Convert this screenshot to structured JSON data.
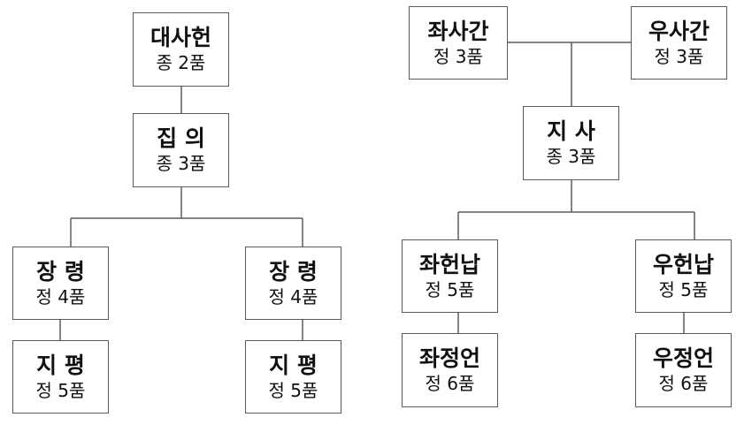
{
  "org_chart": {
    "left": {
      "head": {
        "title": "대사헌",
        "rank": "종 2품"
      },
      "deputy": {
        "title": "집 의",
        "rank": "종 3품"
      },
      "branch_1": {
        "title": "장 령",
        "rank": "정 4품"
      },
      "branch_1_sub": {
        "title": "지 평",
        "rank": "정 5품"
      },
      "branch_2": {
        "title": "장 령",
        "rank": "정 4품"
      },
      "branch_2_sub": {
        "title": "지 평",
        "rank": "정 5품"
      }
    },
    "right": {
      "head_left": {
        "title": "좌사간",
        "rank": "정 3품"
      },
      "head_right": {
        "title": "우사간",
        "rank": "정 3품"
      },
      "deputy": {
        "title": "지 사",
        "rank": "종 3품"
      },
      "branch_1": {
        "title": "좌헌납",
        "rank": "정 5품"
      },
      "branch_1_sub": {
        "title": "좌정언",
        "rank": "정 6품"
      },
      "branch_2": {
        "title": "우헌납",
        "rank": "정 5품"
      },
      "branch_2_sub": {
        "title": "우정언",
        "rank": "정 6품"
      }
    }
  }
}
